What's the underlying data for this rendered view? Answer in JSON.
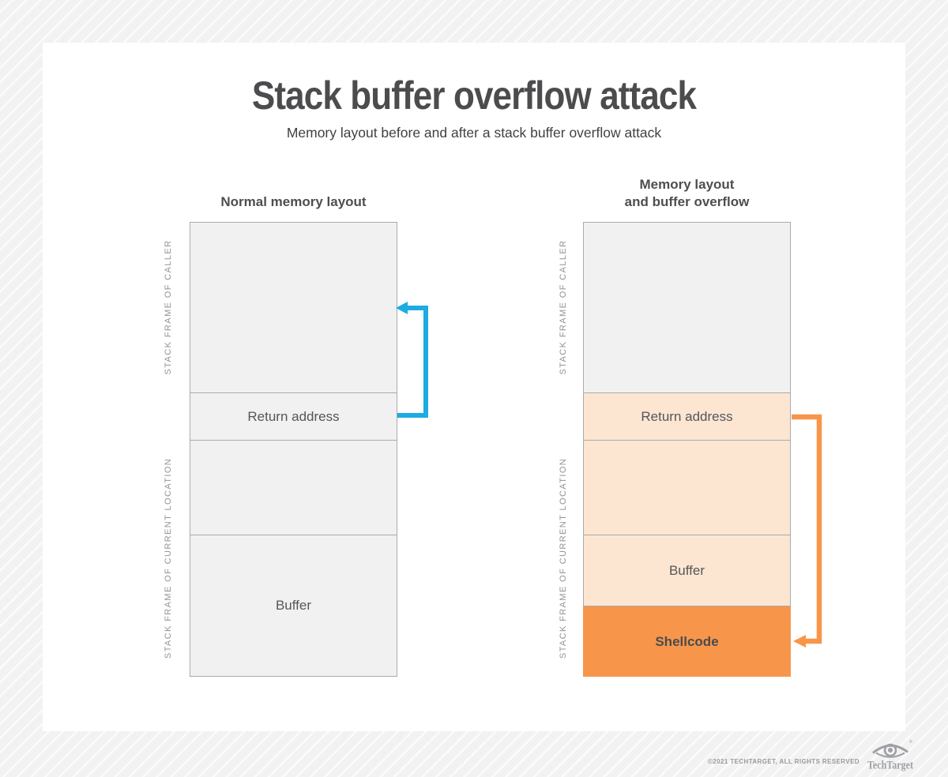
{
  "colors": {
    "blue": "#1EABE3",
    "orange": "#F7964A",
    "peach": "#FCE6D2",
    "box_grey": "#F1F1F2",
    "line_grey": "#A9ABAE",
    "text_dark": "#55565A",
    "shellcode_text": "#4A4B4E",
    "label_grey": "#919396",
    "title_grey": "#4C4C4E",
    "subtitle_grey": "#414043",
    "heading_grey": "#4D4E50",
    "footer_grey": "#97999C",
    "logo_grey": "#9EA0A3"
  },
  "header": {
    "title": "Stack buffer overflow attack",
    "subtitle": "Memory layout before and after a stack buffer overflow attack"
  },
  "left_diagram": {
    "heading": "Normal memory layout",
    "side_label_caller": "STACK FRAME OF CALLER",
    "side_label_current": "STACK FRAME OF CURRENT LOCATION",
    "return_address_label": "Return address",
    "buffer_label": "Buffer"
  },
  "right_diagram": {
    "heading_line1": "Memory layout",
    "heading_line2": "and buffer overflow",
    "side_label_caller": "STACK FRAME OF CALLER",
    "side_label_current": "STACK FRAME OF CURRENT LOCATION",
    "return_address_label": "Return address",
    "buffer_label": "Buffer",
    "shellcode_label": "Shellcode"
  },
  "footer": {
    "copyright": "©2021 TECHTARGET, ALL RIGHTS RESERVED",
    "logo_text": "TechTarget",
    "reg_mark": "®"
  }
}
